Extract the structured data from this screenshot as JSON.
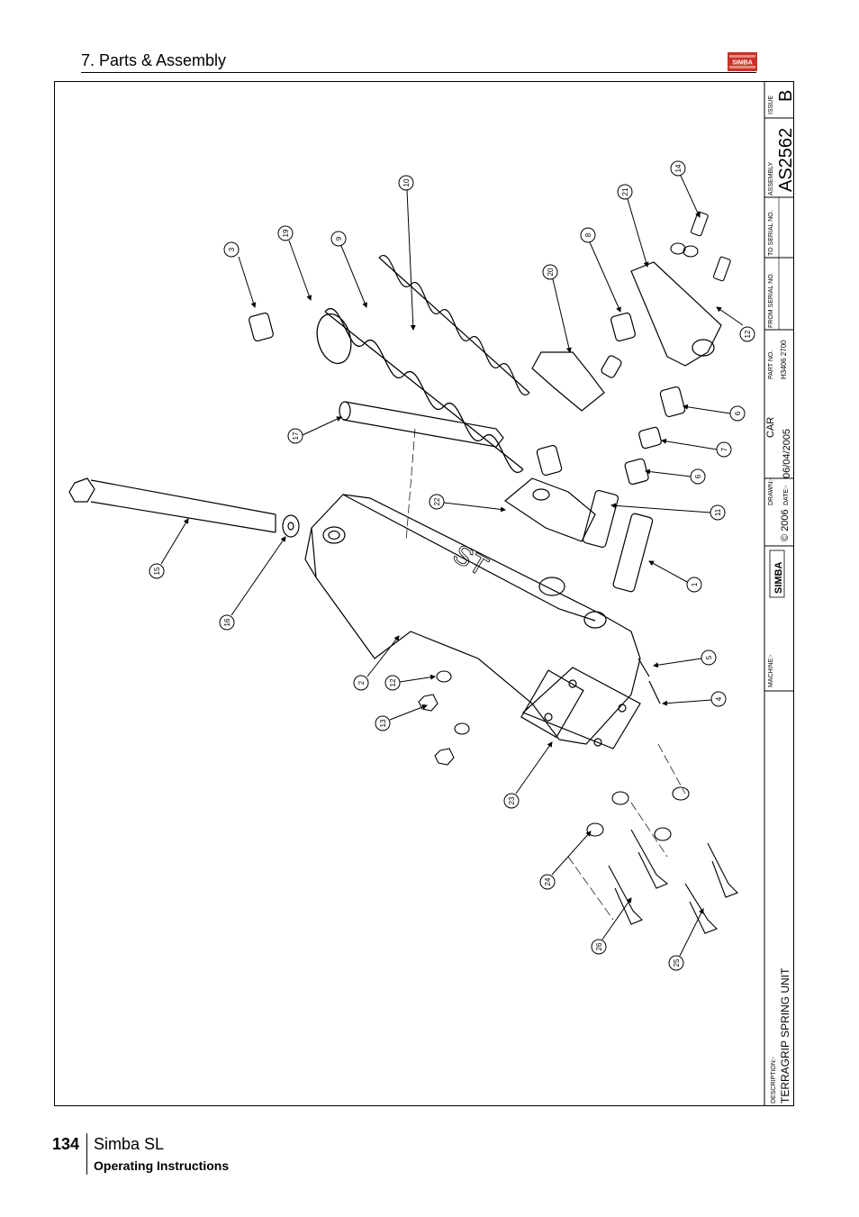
{
  "header": {
    "section_title": "7. Parts & Assembly",
    "logo_text": "SIMBA"
  },
  "footer": {
    "page_number": "134",
    "product": "Simba SL",
    "subtitle": "Operating Instructions"
  },
  "title_block": {
    "description_label": "DESCRIPTION:-",
    "description": "TERRAGRIP SPRING UNIT",
    "machine_label": "MACHINE:-",
    "brand": "SIMBA",
    "copyright": "© 2006",
    "drawn_label": "DRAWN:-",
    "drawn_by": "CAR",
    "date_label": "DATE:-",
    "date": "06/04/2005",
    "part_no_label": "PART NO.",
    "part_no": "H3406 2700",
    "from_serial_label": "FROM SERIAL NO.",
    "to_serial_label": "TO SERIAL NO.",
    "assembly_label": "ASSEMBLY",
    "assembly": "AS2562",
    "issue_label": "ISSUE",
    "issue": "B"
  },
  "drawing": {
    "frame_label": "ST",
    "callouts": [
      "1",
      "2",
      "3",
      "4",
      "5",
      "6",
      "6",
      "7",
      "8",
      "9",
      "10",
      "11",
      "12",
      "12",
      "13",
      "14",
      "15",
      "16",
      "17",
      "19",
      "20",
      "21",
      "22",
      "23",
      "24",
      "25",
      "26"
    ]
  }
}
